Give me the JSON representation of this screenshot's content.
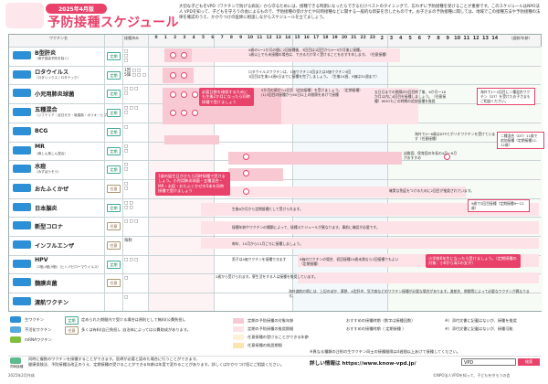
{
  "header": {
    "edition": "2025年4月版",
    "title": "予防接種スケジュール",
    "description": "大切な子どもをVPD（ワクチンで防げる病気）から守るためには、接種できる時期になったらできるだけベストのタイミングで、忘れずに予防接種を受けることが重要です。このスケジュールはNPO法人 VPDを知って、子どもを守ろうの会によるもので、予防接種の受けかたや同時接種などに関する一般的な目安を示したものです。お子さまの予防接種に関しては、地域でこの接種方法や予防接種の法律を確認のうえ、かかりつけの医師に相談しながらスケジュールを立てましょう。"
  },
  "columns": {
    "vaccine": "ワクチン名",
    "done": "接種済み",
    "age_unit": "（週齢/年齢）",
    "months": [
      "0",
      "1",
      "2",
      "3",
      "4",
      "5",
      "6",
      "7",
      "8",
      "9",
      "10",
      "11",
      "12",
      "13",
      "14",
      "15",
      "16",
      "17",
      "18",
      "19",
      "20",
      "21",
      "22",
      "23",
      "2",
      "3",
      "4",
      "5",
      "6",
      "7",
      "8",
      "9",
      "10",
      "11",
      "12",
      "13",
      "14"
    ],
    "years_label": "歳"
  },
  "vaccines": [
    {
      "name": "B型肝炎",
      "sub": "（母子感染予防を除く）",
      "type": "定期",
      "boxes": "□\n□\n□"
    },
    {
      "name": "ロタウイルス",
      "sub": "（ロタリックス / ロタテック）",
      "type": "定期",
      "boxes": "1回 □ □\n5価 □ □ □"
    },
    {
      "name": "小児用肺炎球菌",
      "sub": "",
      "type": "定期",
      "boxes": "□ □ □\n□"
    },
    {
      "name": "五種混合",
      "sub": "（ジフテリア・百日せき・破傷風・ポリオ・ヒブ）",
      "type": "定期",
      "boxes": "□ □ □\n□"
    },
    {
      "name": "BCG",
      "sub": "",
      "type": "定期",
      "boxes": "□"
    },
    {
      "name": "MR",
      "sub": "（麻しん風しん混合）",
      "type": "定期",
      "boxes": "□\n□"
    },
    {
      "name": "水痘",
      "sub": "（みずぼうそう）",
      "type": "定期",
      "boxes": "□\n□"
    },
    {
      "name": "おたふくかぜ",
      "sub": "",
      "type": "任意",
      "boxes": "□\n□"
    },
    {
      "name": "日本脳炎",
      "sub": "",
      "type": "定期",
      "boxes": "□ □\n□ □"
    },
    {
      "name": "新型コロナ",
      "sub": "",
      "type": "任意",
      "boxes": "□ □ □"
    },
    {
      "name": "インフルエンザ",
      "sub": "",
      "type": "任意",
      "boxes": "毎秋"
    },
    {
      "name": "HPV",
      "sub": "（2価,4価,9価）（ヒトパピローマウイルス）",
      "type": "定期",
      "boxes": "□ □ □"
    },
    {
      "name": "髄膜炎菌",
      "sub": "",
      "type": "任意",
      "boxes": "□"
    },
    {
      "name": "渡航ワクチン",
      "sub": "",
      "type": "",
      "boxes": "□"
    }
  ],
  "notes": {
    "hb": "0歳の1～2か月の間に2回接種後、3回目は1回目から4～5か月後に接種。\n1歳以上でも未接種の場合は、できるだけ早く受けることをおすすめします。（任意接種）",
    "rota": "ロタウイルスワクチンは、1価ワクチン2回または5価ワクチン3回\n1回目は生後14週6日までに接種を完了しましょう。（生後24週、5価は32週まで）",
    "simul": "必要日数を確保するためにも生後2か月になったら同時接種で受けましょう",
    "pneu": "5か月の頃から4回目（追加接種）を受けましょう。（定期接種）\n(1)3回目の接種から60日以上の間隔をあけて接種",
    "five": "五日日までの間隔の3回目終了後、6か月～18か月以内に4回目を接種しましょう。（任意接種）WHOもこの時期の追加接種を推奨",
    "dpt": "海外で1～2回目に二種混合ワクチン（DT）を受けたお子さまもご相談ください。",
    "bcg": "海外で4～6歳はDTPとポリオワクチンを受けています（任意接種）",
    "mr": "幼稚園、保育園の年長の4月～6月がおすすめ",
    "mr2": "二種混合（DT）11歳で追加接種（定期接種11-12歳）",
    "bignote": "1歳の誕生日がきたら同時接種で受けましょう。小児用肺炎球菌・五種混合・MR・水痘・おたふくかぜの5本を同時接種で受けましょう",
    "otafuku": "確実な免疫をつけるために2回目が推奨されています。",
    "je": "生後6か月から定期接種として受けられます。",
    "je2": "9歳で2回目接種（定期接種9～12歳）",
    "covid": "接種年齢やワクチンの種類によって、接種スケジュールが異なります。事前に確認が必要です。",
    "flu": "毎年、10月から11月ごろに接種しましょう。",
    "hpv": "男子は4価ワクチンを接種できます",
    "hpv2": "9価のワクチンの場合、初回接種15歳未満なら2回接種でもよい（定期接種）",
    "hpv3": "小学校6年生になったら受けましょう。（定期接種の対象：小6から高1の女子）",
    "mening": "2歳から受けられます。寮生活をする人は接種を推奨しています。",
    "travel": "海外渡航の際には、上記のほか、黄熱、A型肝炎、狂犬病などのワクチン接種が必要な場合があります。渡航先、期間等によって必要なワクチンが異なります。"
  },
  "legend": {
    "live": "生ワクチン",
    "inactive": "不活化ワクチン",
    "mrna": "mRNAワクチン",
    "simul": "同時接種",
    "teiki": "定期",
    "teiki_text": "定められた期間内で受ける場合は原則として無料(公費負担)。",
    "nini": "任意",
    "nini_text": "多くは有料(自己負担)。自治体によっては公費助成があります。",
    "l1": "定期の予防接種の対象年齢",
    "l2": "定期の予防接種の推奨期間",
    "l3": "任意接種の受けることができる年齢",
    "l4": "任意接種の推奨期間",
    "l5": "おすすめの接種時期（数字は接種回数）",
    "l6": "おすすめの接種時期（ 定期接種 ）",
    "l7": "※）添付文書に記載はないが、接種を推奨",
    "l8": "※）添付文書に記載はないが、接種可能",
    "foot1": "同時に複数のワクチンを接種することができます。医師が必要と認めた場合に行うことができます。",
    "foot2": "健康保険法、予防接種法改正のうえ、定期接種の受けることができる年齢は年度で変わることがあります。詳しくはかかりつけ医にご相談ください。",
    "foot3": "※異なる種類の注射の生ワクチン同士の接種間隔は4週間以上あけて接種してください。"
  },
  "footer": {
    "info_label": "詳しい情報は https://www.know-vpd.jp/",
    "search_value": "VPD",
    "search_button": "検索",
    "date": "2025年2月作成",
    "org": "©NPO法人VPDを知って、子どもを守ろうの会"
  }
}
